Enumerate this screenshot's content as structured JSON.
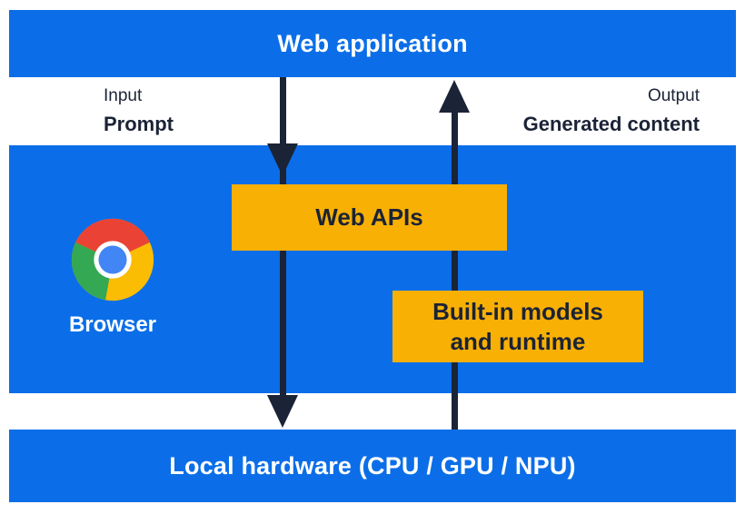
{
  "colors": {
    "blue": "#0b6ee8",
    "yellow": "#f9b005",
    "ink": "#1b2336",
    "chrome_red": "#ea4335",
    "chrome_yellow": "#fbbc04",
    "chrome_green": "#34a853",
    "chrome_blue": "#4285f4"
  },
  "top_bar": {
    "label": "Web application"
  },
  "io": {
    "input_title": "Input",
    "input_value": "Prompt",
    "output_title": "Output",
    "output_value": "Generated content"
  },
  "browser_panel": {
    "browser_label": "Browser",
    "icon": "chrome-browser-icon",
    "web_apis": {
      "label": "Web APIs"
    },
    "builtin_models": {
      "label": "Built-in models and runtime",
      "lines": [
        "Built-in models",
        "and runtime"
      ]
    }
  },
  "bottom_bar": {
    "label": "Local hardware (CPU / GPU / NPU)"
  },
  "arrows": {
    "down": "prompt-flow-down-arrow",
    "up": "generated-content-up-arrow"
  }
}
